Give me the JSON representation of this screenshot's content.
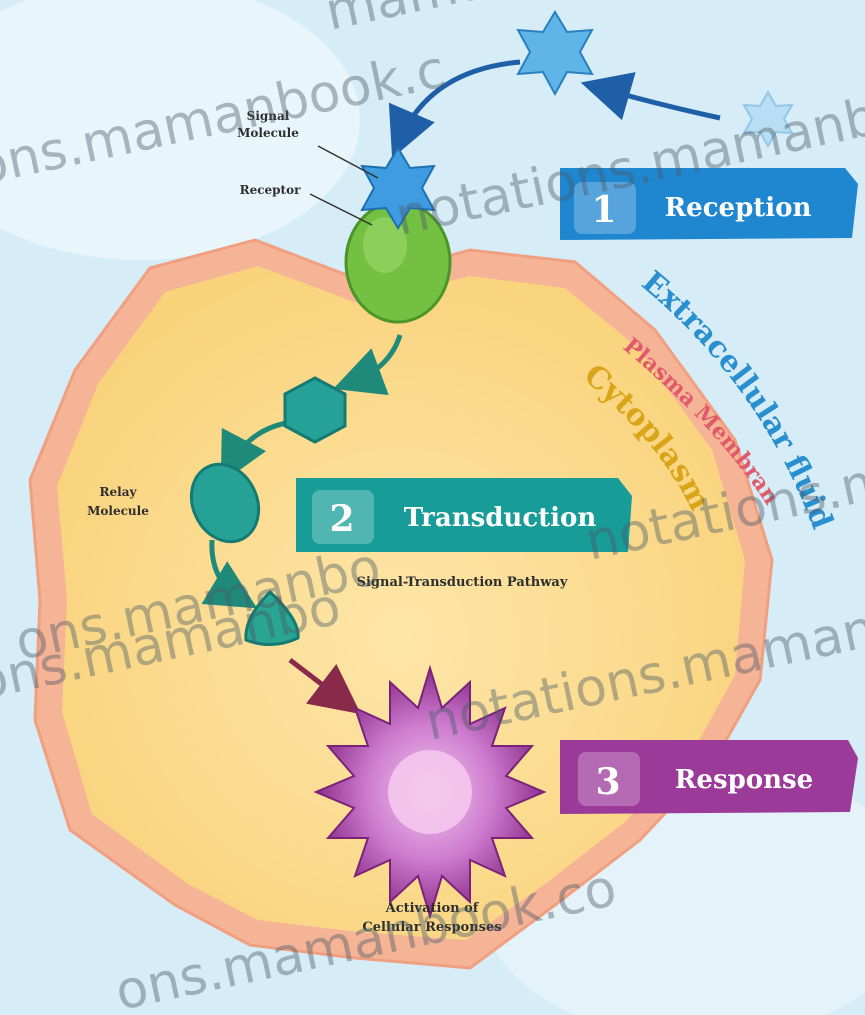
{
  "stages": [
    {
      "number": "1",
      "title": "Reception",
      "color": "#1f86d0"
    },
    {
      "number": "2",
      "title": "Transduction",
      "color": "#169a98"
    },
    {
      "number": "3",
      "title": "Response",
      "color": "#9c3a9a"
    }
  ],
  "labels": {
    "signal_molecule_line1": "Signal",
    "signal_molecule_line2": "Molecule",
    "receptor": "Receptor",
    "relay_molecule_line1": "Relay",
    "relay_molecule_line2": "Molecule",
    "pathway": "Signal-Transduction Pathway",
    "activation_line1": "Activation of",
    "activation_line2": "Cellular Responses"
  },
  "regions": {
    "extracellular_fluid": "Extracellular fluid",
    "plasma_membrane": "Plasma Membrane",
    "cytoplasm": "Cytoplasm"
  },
  "watermarks": [
    "mamanbook.com",
    "ons.mamanbook.c",
    "notations.mamanbo",
    "ons.mamanbo",
    "notations.mamanbo",
    "ons.mamanbo",
    "notations.mamanbo",
    "ons.mamanbook.co"
  ],
  "colors": {
    "extracellular": "#d6ecf6",
    "membrane": "#f7b99a",
    "cytoplasm": "#fbd98a",
    "receptor": "#6cbd3c",
    "signal": "#4aa4e0",
    "relay": "#1f9a90",
    "response": "#a4389a",
    "arrow": "#1f8a7a"
  }
}
